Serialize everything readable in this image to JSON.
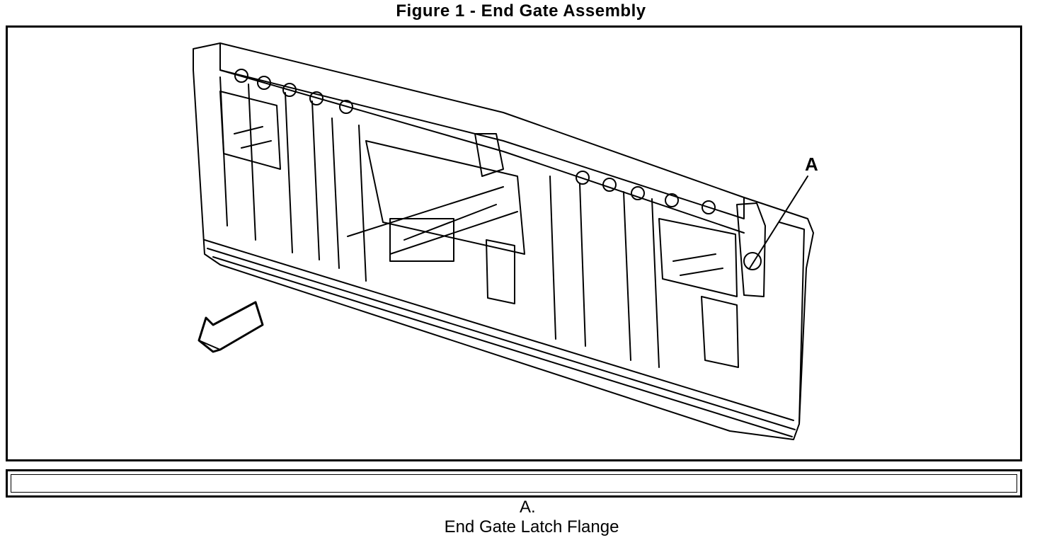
{
  "figure": {
    "title": "Figure 1 - End Gate Assembly",
    "callouts": [
      {
        "id": "A",
        "label": "A"
      }
    ],
    "legend": [
      {
        "key": "A.",
        "text": "End Gate Latch Flange"
      }
    ]
  },
  "colors": {
    "line": "#000000",
    "background": "#ffffff"
  }
}
